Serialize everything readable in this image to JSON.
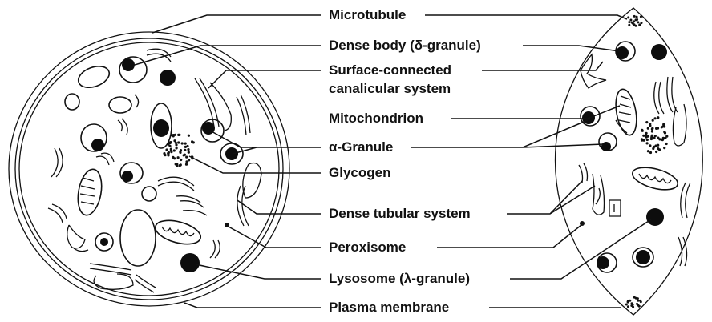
{
  "labels": {
    "microtubule": "Microtubule",
    "dense_body": "Dense body (δ-granule)",
    "canalicular_1": "Surface-connected",
    "canalicular_2": "canalicular system",
    "mitochondrion": "Mitochondrion",
    "alpha_granule": "α-Granule",
    "glycogen": "Glycogen",
    "dense_tubular": "Dense tubular system",
    "peroxisome": "Peroxisome",
    "lysosome": "Lysosome (λ-granule)",
    "plasma_membrane": "Plasma membrane"
  },
  "colors": {
    "ink": "#111111",
    "background": "#ffffff"
  }
}
